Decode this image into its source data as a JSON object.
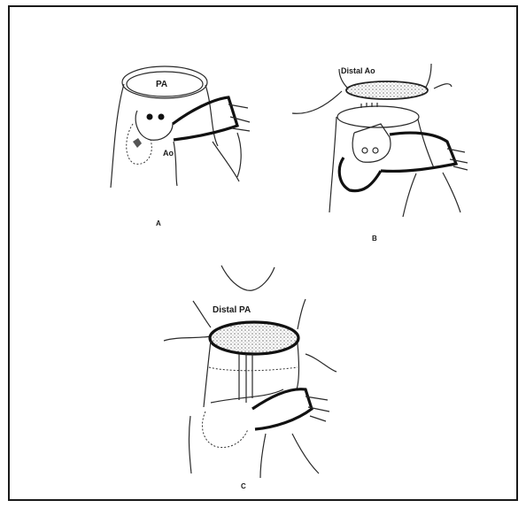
{
  "figure": {
    "panel_a": {
      "caption": "A",
      "label_pa": "PA",
      "label_ao": "Ao"
    },
    "panel_b": {
      "caption": "B",
      "label_distal": "Distal Ao"
    },
    "panel_c": {
      "caption": "C",
      "label_distal": "Distal PA"
    }
  },
  "colors": {
    "ink": "#111111",
    "paper": "#ffffff",
    "shade": "#9a9a9a"
  }
}
